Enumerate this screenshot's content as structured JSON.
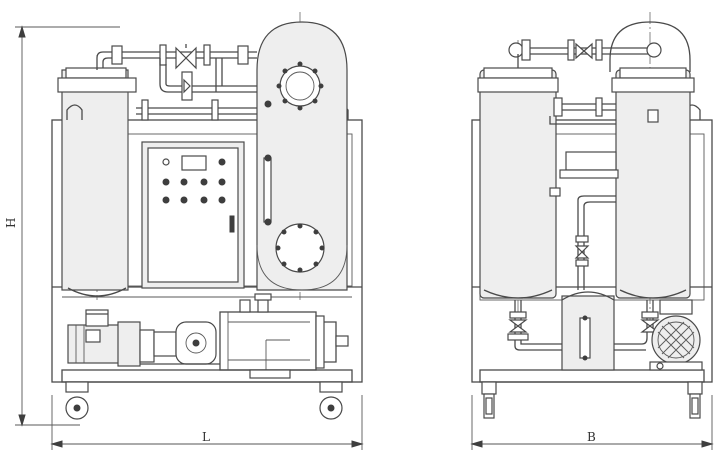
{
  "dimensions": {
    "height_label": "H",
    "length_label": "L",
    "width_label": "B"
  },
  "colors": {
    "line": "#4a4a4a",
    "fill": "#eeeeee",
    "background": "#ffffff"
  }
}
